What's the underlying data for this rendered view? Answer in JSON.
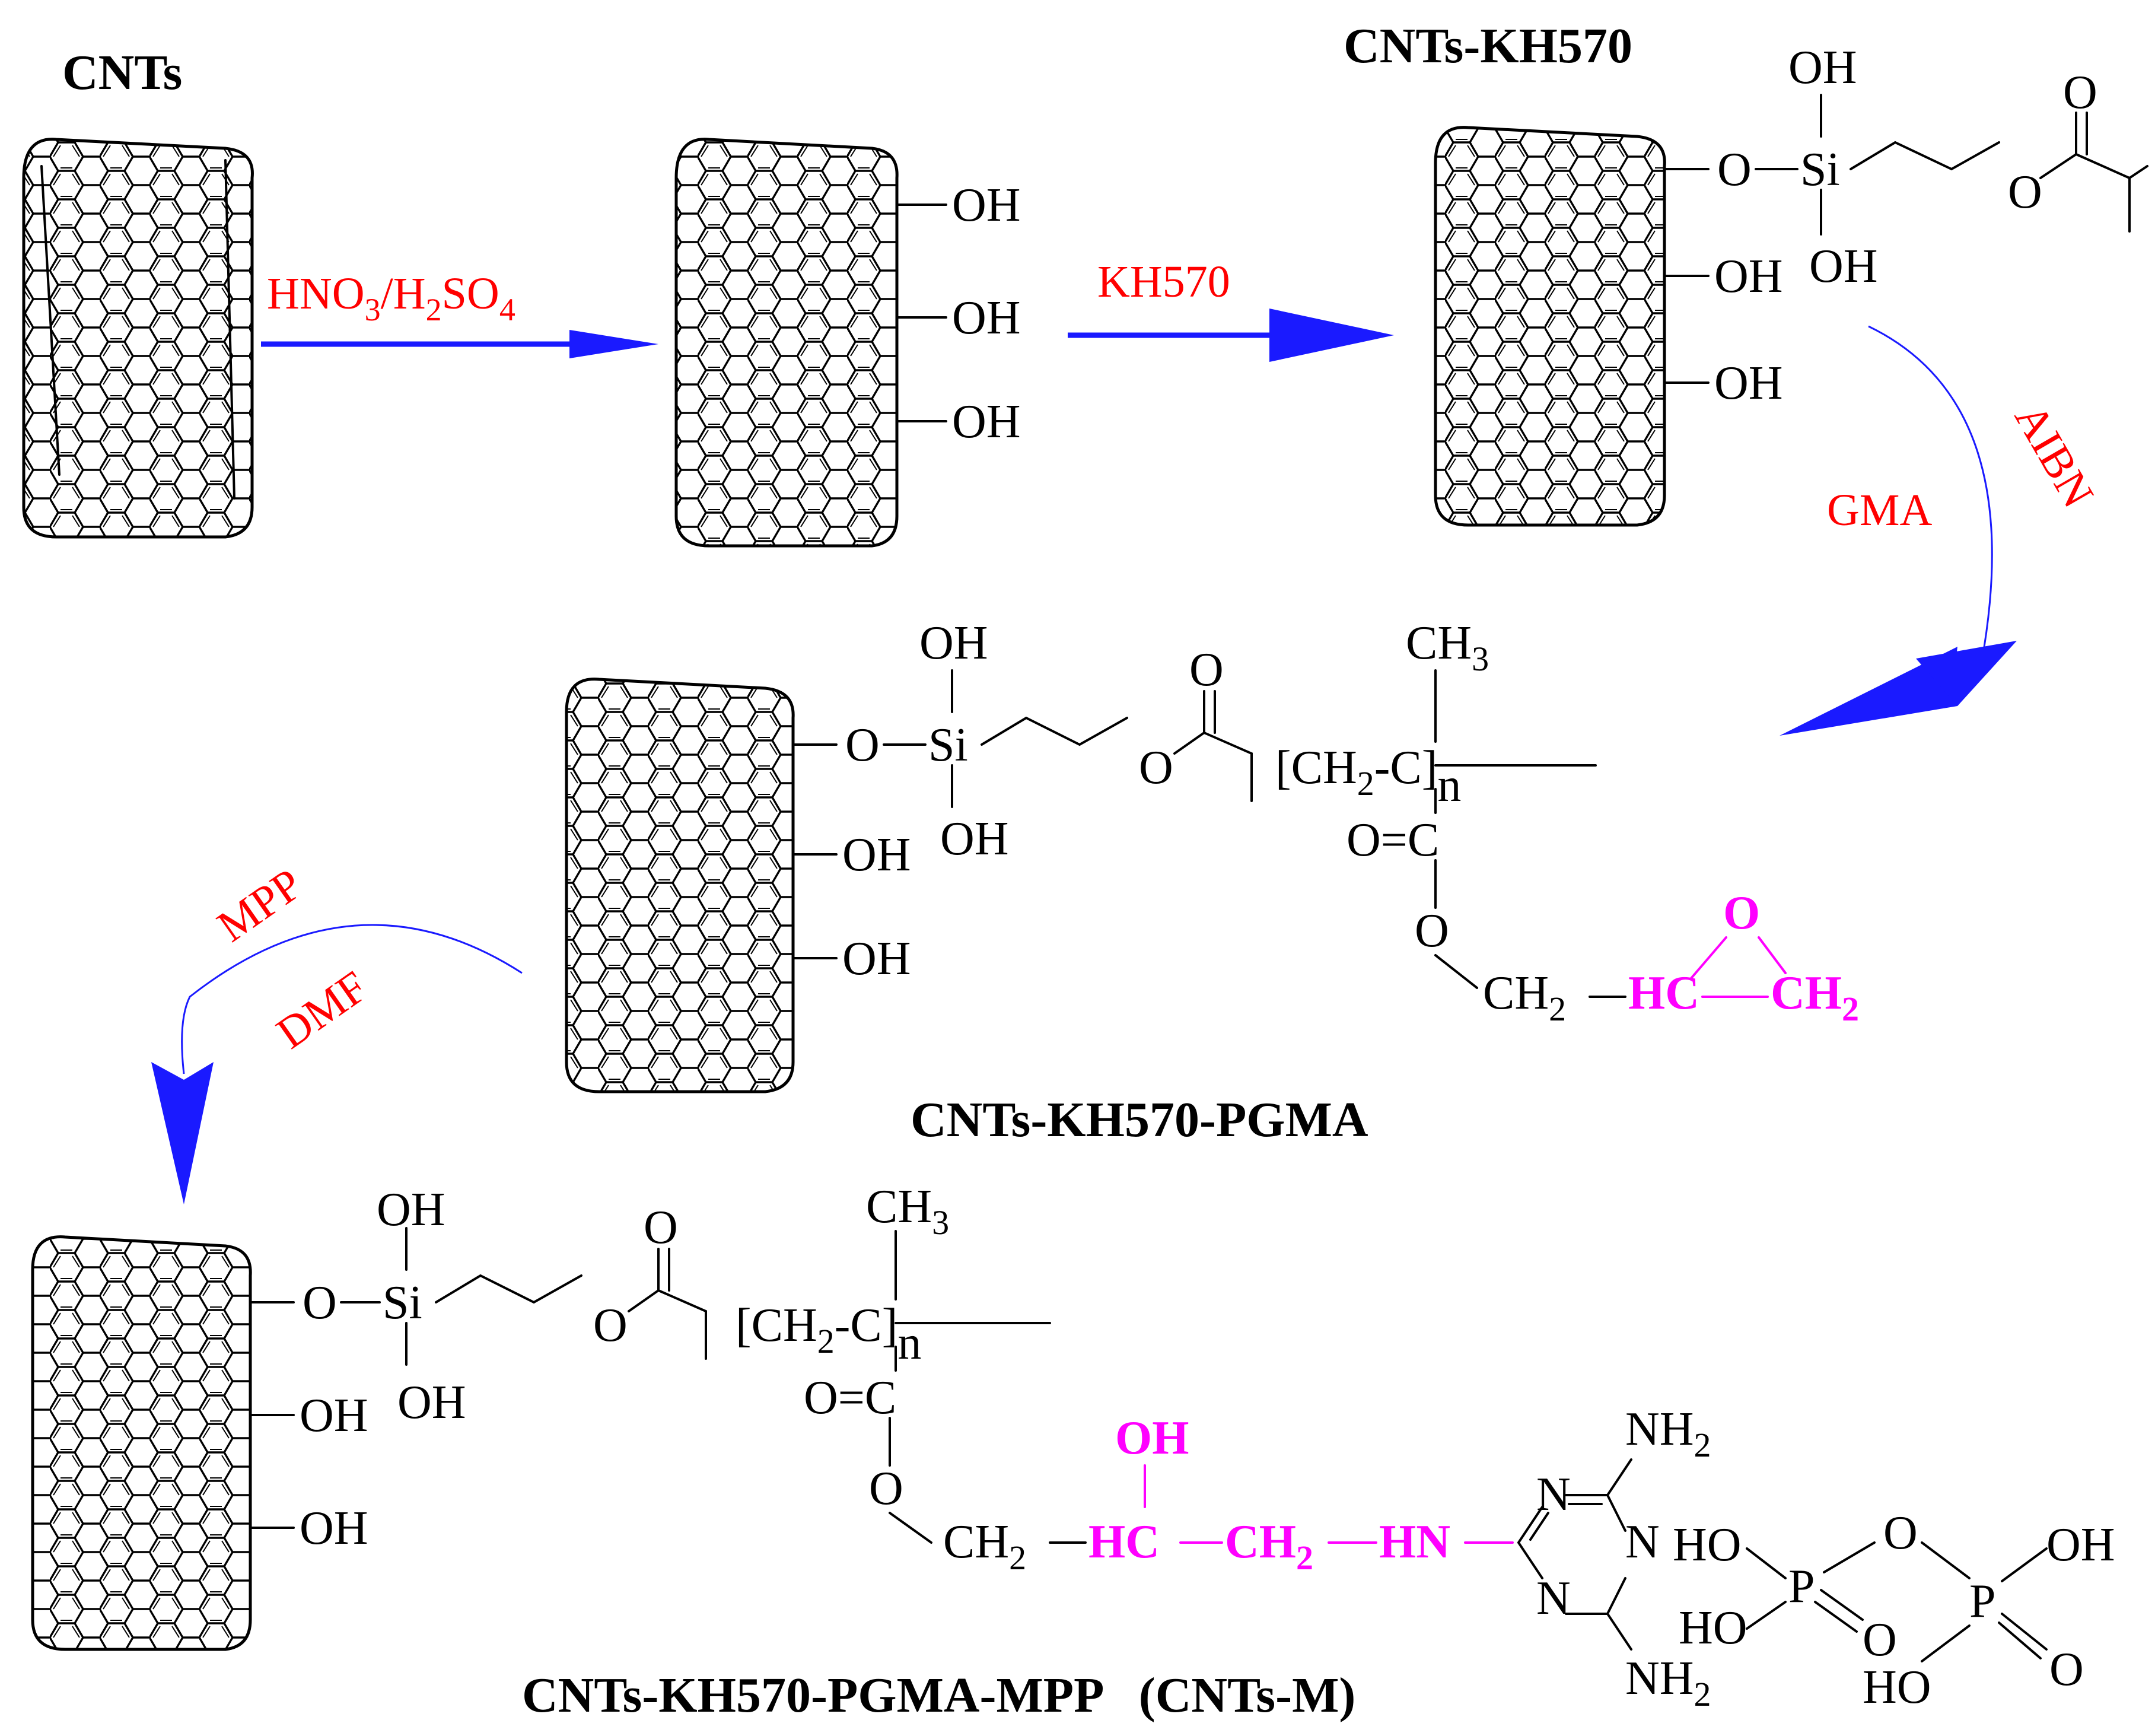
{
  "titles": {
    "cnts": "CNTs",
    "cnts_kh570": "CNTs-KH570",
    "cnts_kh570_pgma": "CNTs-KH570-PGMA",
    "cnts_m": "CNTs-KH570-PGMA-MPP   (CNTs-M)"
  },
  "reagents": {
    "acid_a": "HNO",
    "acid_a_sub": "3",
    "acid_sep": "/H",
    "acid_b_sub": "2",
    "acid_b": "SO",
    "acid_b_sub2": "4",
    "kh570": "KH570",
    "gma": "GMA",
    "aibn": "AIBN",
    "mpp": "MPP",
    "dmf": "DMF"
  },
  "atoms": {
    "oh": "OH",
    "o": "O",
    "si": "Si",
    "ch": "CH",
    "c": "C",
    "n": "n",
    "n_atom": "N",
    "hc": "HC",
    "hn": "HN",
    "p": "P",
    "ho": "HO",
    "nh": "NH",
    "sub2": "2",
    "sub3": "3",
    "lbr": "[",
    "rbr": "]",
    "dash": "-",
    "oeq": "O="
  },
  "colors": {
    "arrow": "#1a1aff",
    "reagent": "#ff0000",
    "highlight": "#ff00ff"
  }
}
